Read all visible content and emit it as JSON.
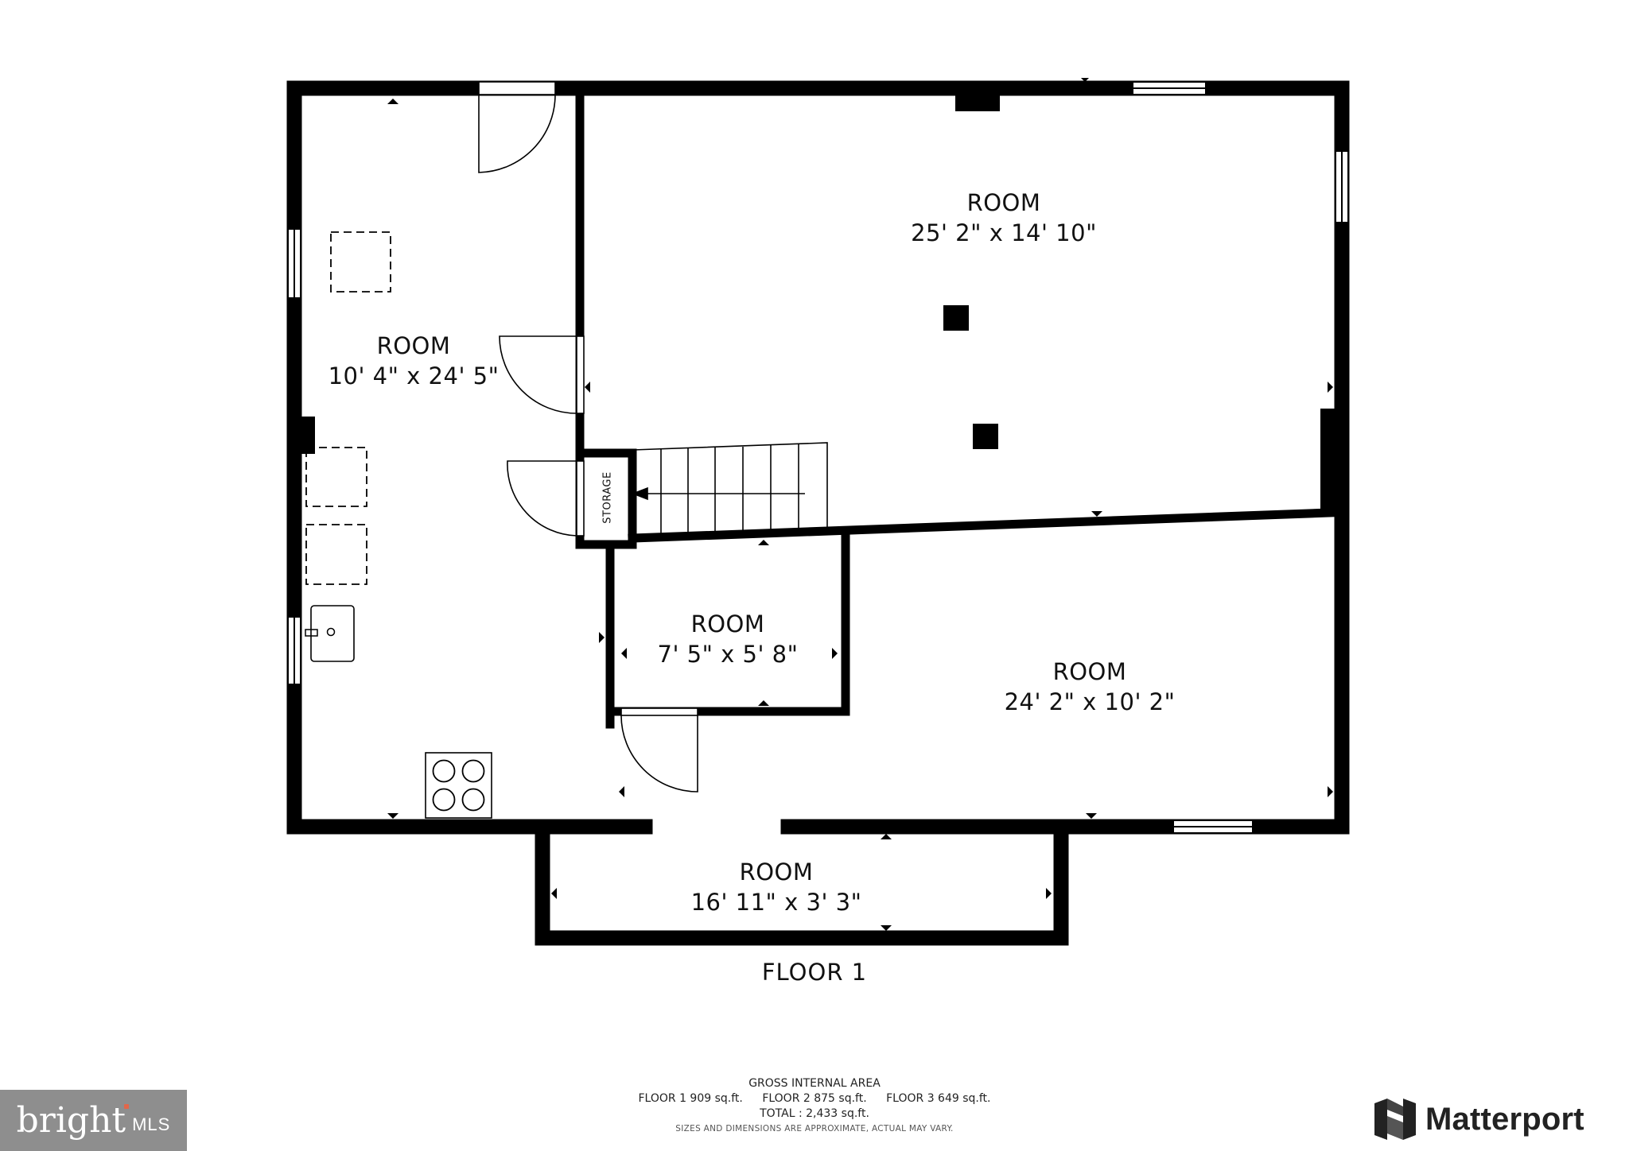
{
  "rooms": [
    {
      "name": "ROOM",
      "dims": "10' 4\" x 24' 5\""
    },
    {
      "name": "ROOM",
      "dims": "25' 2\" x 14' 10\""
    },
    {
      "name": "ROOM",
      "dims": "7' 5\" x 5' 8\""
    },
    {
      "name": "ROOM",
      "dims": "24' 2\" x 10' 2\""
    },
    {
      "name": "ROOM",
      "dims": "16' 11\" x 3' 3\""
    }
  ],
  "storage_label": "STORAGE",
  "floor_title": "FLOOR 1",
  "area_summary": {
    "title": "GROSS INTERNAL AREA",
    "floor1": "FLOOR 1 909 sq.ft.",
    "floor2": "FLOOR 2 875 sq.ft.",
    "floor3": "FLOOR 3 649 sq.ft.",
    "total": "TOTAL :  2,433 sq.ft.",
    "note": "SIZES AND DIMENSIONS ARE APPROXIMATE, ACTUAL MAY VARY."
  },
  "logos": {
    "bright_word": "bright",
    "bright_suffix": "MLS",
    "matterport": "Matterport"
  },
  "colors": {
    "wall": "#000000",
    "bright_bg": "#8e8e8e",
    "bright_accent": "#e2674a",
    "matterport_mark": "#222222"
  }
}
